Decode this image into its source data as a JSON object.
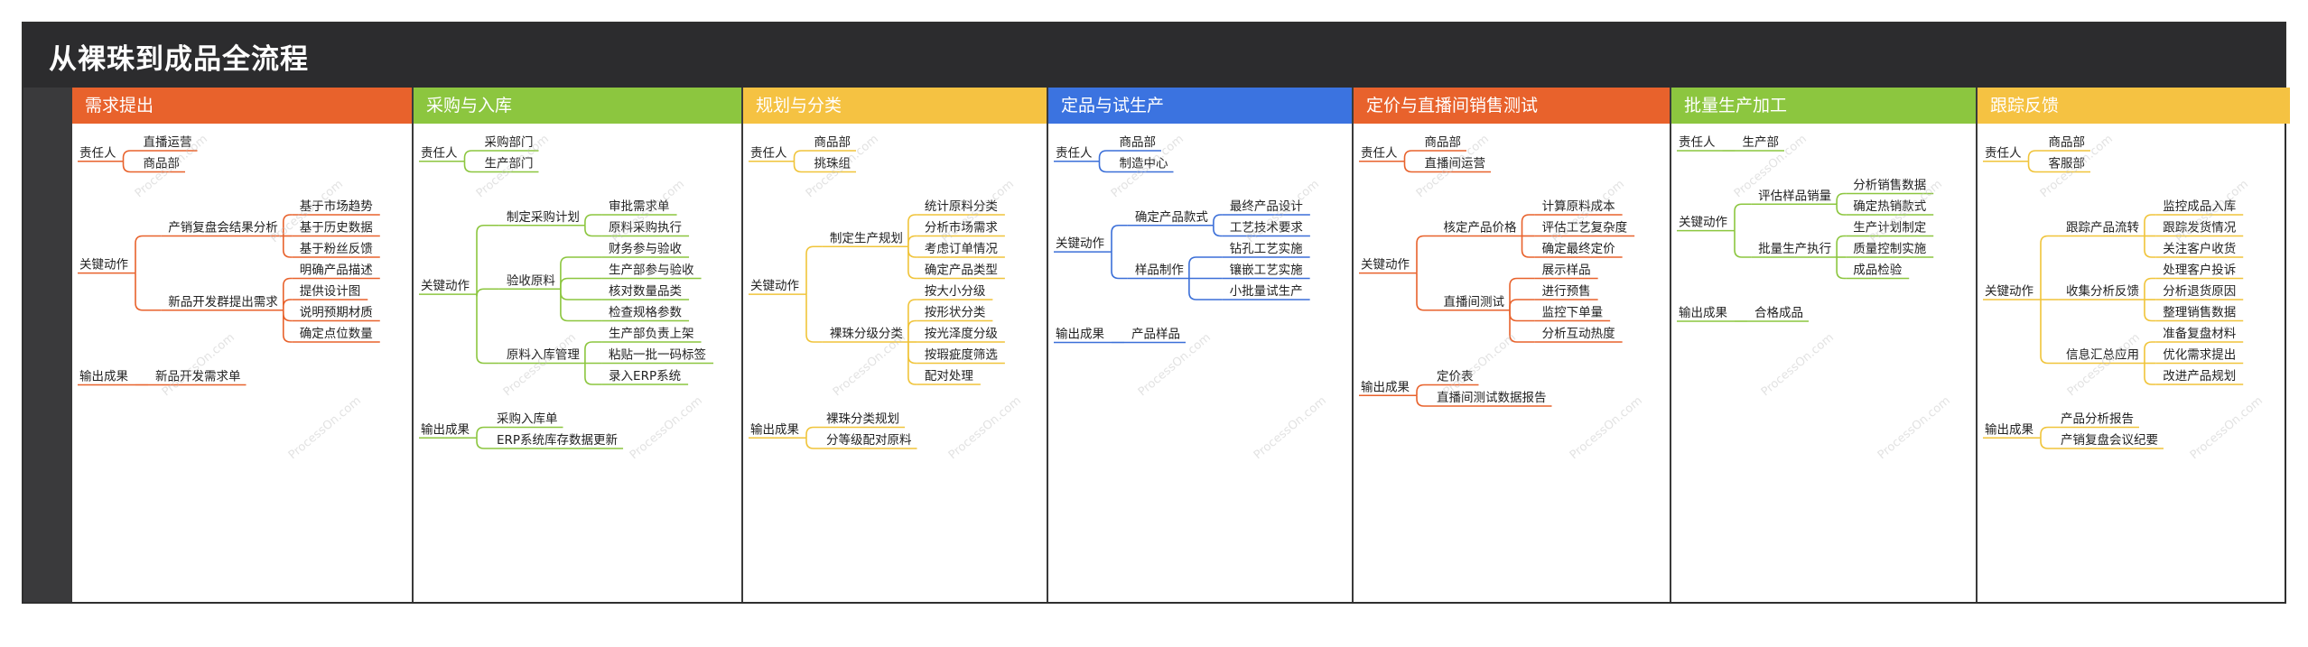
{
  "title": "从裸珠到成品全流程",
  "watermark": "ProcessOn.com",
  "columns": [
    {
      "id": "demand",
      "name": "需求提出",
      "color": "#e8622c",
      "lineColor": "#e8622c",
      "sections": [
        {
          "label": "责任人",
          "children": [
            {
              "label": "直播运营"
            },
            {
              "label": "商品部"
            }
          ]
        },
        {
          "label": "关键动作",
          "children": [
            {
              "label": "产销复盘会结果分析",
              "children": [
                {
                  "label": "基于市场趋势"
                },
                {
                  "label": "基于历史数据"
                },
                {
                  "label": "基于粉丝反馈"
                }
              ]
            },
            {
              "label": "新品开发群提出需求",
              "children": [
                {
                  "label": "明确产品描述"
                },
                {
                  "label": "提供设计图"
                },
                {
                  "label": "说明预期材质"
                },
                {
                  "label": "确定点位数量"
                }
              ]
            }
          ]
        },
        {
          "label": "输出成果",
          "children": [
            {
              "label": "新品开发需求单"
            }
          ]
        }
      ]
    },
    {
      "id": "purchase",
      "name": "采购与入库",
      "color": "#8cc63f",
      "lineColor": "#8cc63f",
      "sections": [
        {
          "label": "责任人",
          "children": [
            {
              "label": "采购部门"
            },
            {
              "label": "生产部门"
            }
          ]
        },
        {
          "label": "关键动作",
          "children": [
            {
              "label": "制定采购计划",
              "children": [
                {
                  "label": "审批需求单"
                },
                {
                  "label": "原料采购执行"
                }
              ]
            },
            {
              "label": "验收原料",
              "children": [
                {
                  "label": "财务参与验收"
                },
                {
                  "label": "生产部参与验收"
                },
                {
                  "label": "核对数量品类"
                },
                {
                  "label": "检查规格参数"
                }
              ]
            },
            {
              "label": "原料入库管理",
              "children": [
                {
                  "label": "生产部负责上架"
                },
                {
                  "label": "粘贴一批一码标签"
                },
                {
                  "label": "录入ERP系统"
                }
              ]
            }
          ]
        },
        {
          "label": "输出成果",
          "children": [
            {
              "label": "采购入库单"
            },
            {
              "label": "ERP系统库存数据更新"
            }
          ]
        }
      ]
    },
    {
      "id": "planning",
      "name": "规划与分类",
      "color": "#f5c242",
      "lineColor": "#f0c43a",
      "sections": [
        {
          "label": "责任人",
          "children": [
            {
              "label": "商品部"
            },
            {
              "label": "挑珠组"
            }
          ]
        },
        {
          "label": "关键动作",
          "children": [
            {
              "label": "制定生产规划",
              "children": [
                {
                  "label": "统计原料分类"
                },
                {
                  "label": "分析市场需求"
                },
                {
                  "label": "考虑订单情况"
                },
                {
                  "label": "确定产品类型"
                }
              ]
            },
            {
              "label": "裸珠分级分类",
              "children": [
                {
                  "label": "按大小分级"
                },
                {
                  "label": "按形状分类"
                },
                {
                  "label": "按光泽度分级"
                },
                {
                  "label": "按瑕疵度筛选"
                },
                {
                  "label": "配对处理"
                }
              ]
            }
          ]
        },
        {
          "label": "输出成果",
          "children": [
            {
              "label": "裸珠分类规划"
            },
            {
              "label": "分等级配对原料"
            }
          ]
        }
      ]
    },
    {
      "id": "production",
      "name": "定品与试生产",
      "color": "#3b73e0",
      "lineColor": "#3b6fd8",
      "sections": [
        {
          "label": "责任人",
          "children": [
            {
              "label": "商品部"
            },
            {
              "label": "制造中心"
            }
          ]
        },
        {
          "label": "关键动作",
          "children": [
            {
              "label": "确定产品款式",
              "children": [
                {
                  "label": "最终产品设计"
                },
                {
                  "label": "工艺技术要求"
                }
              ]
            },
            {
              "label": "样品制作",
              "children": [
                {
                  "label": "钻孔工艺实施"
                },
                {
                  "label": "镶嵌工艺实施"
                },
                {
                  "label": "小批量试生产"
                }
              ]
            }
          ]
        },
        {
          "label": "输出成果",
          "children": [
            {
              "label": "产品样品"
            }
          ]
        }
      ]
    },
    {
      "id": "pricing",
      "name": "定价与直播间销售测试",
      "color": "#e8622c",
      "lineColor": "#e8622c",
      "sections": [
        {
          "label": "责任人",
          "children": [
            {
              "label": "商品部"
            },
            {
              "label": "直播间运营"
            }
          ]
        },
        {
          "label": "关键动作",
          "children": [
            {
              "label": "核定产品价格",
              "children": [
                {
                  "label": "计算原料成本"
                },
                {
                  "label": "评估工艺复杂度"
                },
                {
                  "label": "确定最终定价"
                }
              ]
            },
            {
              "label": "直播间测试",
              "children": [
                {
                  "label": "展示样品"
                },
                {
                  "label": "进行预售"
                },
                {
                  "label": "监控下单量"
                },
                {
                  "label": "分析互动热度"
                }
              ]
            }
          ]
        },
        {
          "label": "输出成果",
          "children": [
            {
              "label": "定价表"
            },
            {
              "label": "直播间测试数据报告"
            }
          ]
        }
      ]
    },
    {
      "id": "mass",
      "name": "批量生产加工",
      "color": "#8cc63f",
      "lineColor": "#8cc63f",
      "sections": [
        {
          "label": "责任人",
          "children": [
            {
              "label": "生产部"
            }
          ]
        },
        {
          "label": "关键动作",
          "children": [
            {
              "label": "评估样品销量",
              "children": [
                {
                  "label": "分析销售数据"
                },
                {
                  "label": "确定热销款式"
                }
              ]
            },
            {
              "label": "批量生产执行",
              "children": [
                {
                  "label": "生产计划制定"
                },
                {
                  "label": "质量控制实施"
                },
                {
                  "label": "成品检验"
                }
              ]
            }
          ]
        },
        {
          "label": "输出成果",
          "children": [
            {
              "label": "合格成品"
            }
          ]
        }
      ]
    },
    {
      "id": "tracking",
      "name": "跟踪反馈",
      "color": "#f5c242",
      "lineColor": "#f0c43a",
      "sections": [
        {
          "label": "责任人",
          "children": [
            {
              "label": "商品部"
            },
            {
              "label": "客服部"
            }
          ]
        },
        {
          "label": "关键动作",
          "children": [
            {
              "label": "跟踪产品流转",
              "children": [
                {
                  "label": "监控成品入库"
                },
                {
                  "label": "跟踪发货情况"
                },
                {
                  "label": "关注客户收货"
                }
              ]
            },
            {
              "label": "收集分析反馈",
              "children": [
                {
                  "label": "处理客户投诉"
                },
                {
                  "label": "分析退货原因"
                },
                {
                  "label": "整理销售数据"
                }
              ]
            },
            {
              "label": "信息汇总应用",
              "children": [
                {
                  "label": "准备复盘材料"
                },
                {
                  "label": "优化需求提出"
                },
                {
                  "label": "改进产品规划"
                }
              ]
            }
          ]
        },
        {
          "label": "输出成果",
          "children": [
            {
              "label": "产品分析报告"
            },
            {
              "label": "产销复盘会议纪要"
            }
          ]
        }
      ]
    }
  ]
}
